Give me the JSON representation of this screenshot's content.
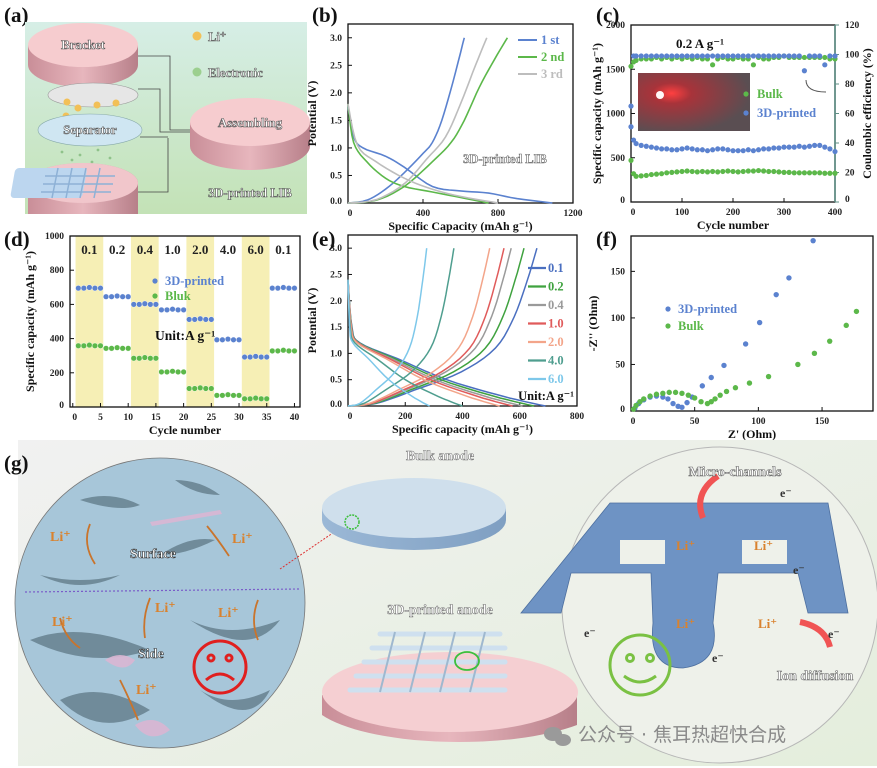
{
  "panel_labels": {
    "a": "(a)",
    "b": "(b)",
    "c": "(c)",
    "d": "(d)",
    "e": "(e)",
    "f": "(f)",
    "g": "(g)"
  },
  "panel_a": {
    "bracket": "Bracket",
    "li_legend": "Li⁺",
    "electronic_legend": "Electronic",
    "separator": "Separator",
    "assembling": "Assembling",
    "lib": "3D-printed LIB"
  },
  "panel_g": {
    "surface": "Surface",
    "side": "Side",
    "li": "Li⁺",
    "electron": "e⁻",
    "bulk_anode": "Bulk anode",
    "printed_anode": "3D-printed anode",
    "micro_channels": "Micro-channels",
    "ion_diffusion": "Ion diffusion",
    "watermark": "公众号 · 焦耳热超快合成"
  },
  "colors": {
    "blue": "#5b82cf",
    "green": "#5cb84a",
    "grey": "#bdbdbd",
    "axis_right": "#5f8f86"
  },
  "chart_data": [
    {
      "id": "b",
      "type": "line",
      "xlabel": "Specific Capacity (mAh g⁻¹)",
      "ylabel": "Potential (V)",
      "xlim": [
        0,
        1200
      ],
      "ylim": [
        0,
        3.25
      ],
      "xticks": [
        0,
        400,
        800,
        1200
      ],
      "yticks": [
        0,
        0.5,
        1.0,
        1.5,
        2.0,
        2.5,
        3.0
      ],
      "ytick_labels": [
        "0.0",
        "0.5",
        "1.0",
        "1.5",
        "2.0",
        "2.5",
        "3.0"
      ],
      "annotation": "3D-printed LIB",
      "legend": "top-right",
      "series": [
        {
          "name": "1 st",
          "color": "#5b82cf",
          "discharge": [
            [
              0,
              1.75
            ],
            [
              30,
              1.2
            ],
            [
              80,
              1.0
            ],
            [
              200,
              0.85
            ],
            [
              300,
              0.65
            ],
            [
              450,
              0.3
            ],
            [
              600,
              0.22
            ],
            [
              750,
              0.18
            ],
            [
              900,
              0.08
            ],
            [
              1090,
              0
            ]
          ],
          "charge": [
            [
              0,
              0
            ],
            [
              100,
              0.05
            ],
            [
              200,
              0.25
            ],
            [
              300,
              0.55
            ],
            [
              400,
              0.9
            ],
            [
              450,
              1.1
            ],
            [
              500,
              1.5
            ],
            [
              560,
              2.2
            ],
            [
              620,
              3.0
            ]
          ]
        },
        {
          "name": "2 nd",
          "color": "#5cb84a",
          "discharge": [
            [
              0,
              1.8
            ],
            [
              30,
              1.1
            ],
            [
              100,
              0.75
            ],
            [
              200,
              0.45
            ],
            [
              300,
              0.3
            ],
            [
              450,
              0.2
            ],
            [
              600,
              0.1
            ],
            [
              750,
              0
            ]
          ],
          "charge": [
            [
              0,
              0
            ],
            [
              150,
              0.05
            ],
            [
              300,
              0.3
            ],
            [
              450,
              0.75
            ],
            [
              550,
              1.1
            ],
            [
              620,
              1.5
            ],
            [
              700,
              2.1
            ],
            [
              780,
              2.6
            ],
            [
              850,
              3.0
            ]
          ]
        },
        {
          "name": "3 rd",
          "color": "#bdbdbd",
          "discharge": [
            [
              0,
              1.8
            ],
            [
              50,
              1.05
            ],
            [
              150,
              0.75
            ],
            [
              300,
              0.45
            ],
            [
              450,
              0.25
            ],
            [
              600,
              0.12
            ],
            [
              800,
              0
            ]
          ],
          "charge": [
            [
              0,
              0
            ],
            [
              150,
              0.06
            ],
            [
              300,
              0.35
            ],
            [
              420,
              0.8
            ],
            [
              520,
              1.2
            ],
            [
              600,
              1.8
            ],
            [
              680,
              2.5
            ],
            [
              740,
              3.0
            ]
          ]
        }
      ]
    },
    {
      "id": "c",
      "type": "scatter",
      "xlabel": "Cycle number",
      "ylabel": "Specific capacity (mAh g⁻¹)",
      "y2label": "Coulombic efficiency (%)",
      "xlim": [
        0,
        400
      ],
      "ylim": [
        0,
        2000
      ],
      "y2lim": [
        0,
        120
      ],
      "xticks": [
        0,
        100,
        200,
        300,
        400
      ],
      "yticks": [
        0,
        500,
        1000,
        1500,
        2000
      ],
      "y2ticks": [
        0,
        20,
        40,
        60,
        80,
        100,
        120
      ],
      "annotation": "0.2 A g⁻¹",
      "legend": "center-right",
      "cycles": [
        0,
        5,
        10,
        20,
        30,
        40,
        50,
        60,
        70,
        80,
        90,
        100,
        110,
        120,
        130,
        140,
        150,
        160,
        170,
        180,
        190,
        200,
        210,
        220,
        230,
        240,
        250,
        260,
        270,
        280,
        290,
        300,
        310,
        320,
        330,
        340,
        350,
        360,
        370,
        380,
        390,
        400
      ],
      "series": [
        {
          "name": "Bulk",
          "color": "#5cb84a",
          "capacity": [
            470,
            320,
            290,
            295,
            300,
            310,
            315,
            320,
            330,
            335,
            340,
            345,
            350,
            345,
            340,
            345,
            340,
            345,
            340,
            345,
            350,
            345,
            340,
            345,
            350,
            350,
            355,
            350,
            345,
            345,
            340,
            335,
            335,
            330,
            330,
            330,
            330,
            330,
            330,
            325,
            325,
            325
          ],
          "ce": [
            92,
            95,
            96,
            97,
            97,
            97,
            98,
            97,
            98,
            97,
            98,
            97,
            98,
            97,
            98,
            97,
            97,
            93,
            97,
            98,
            97,
            97,
            98,
            97,
            97,
            93,
            98,
            97,
            97,
            98,
            98,
            99,
            98,
            98,
            98,
            98,
            98,
            98,
            98,
            98,
            97,
            97
          ]
        },
        {
          "name": "3D-printed",
          "color": "#5b82cf",
          "capacity": [
            850,
            700,
            660,
            640,
            630,
            620,
            610,
            600,
            600,
            590,
            590,
            600,
            610,
            600,
            590,
            590,
            580,
            590,
            600,
            600,
            590,
            580,
            580,
            580,
            590,
            580,
            590,
            600,
            600,
            610,
            610,
            620,
            620,
            620,
            630,
            620,
            630,
            640,
            640,
            620,
            600,
            570
          ],
          "ce": [
            65,
            99,
            99,
            99,
            99,
            99,
            99,
            99,
            99,
            99,
            99,
            99,
            99,
            99,
            99,
            99,
            99,
            99,
            99,
            99,
            99,
            99,
            99,
            99,
            99,
            99,
            99,
            99,
            99,
            99,
            99,
            99,
            99,
            99,
            99,
            89,
            99,
            99,
            99,
            93,
            99,
            99
          ]
        }
      ]
    },
    {
      "id": "d",
      "type": "scatter",
      "xlabel": "Cycle number",
      "ylabel": "Specific capacity (mAh g⁻¹)",
      "xlim": [
        -0.5,
        41
      ],
      "ylim": [
        0,
        1000
      ],
      "xticks": [
        0,
        5,
        10,
        15,
        20,
        25,
        30,
        35,
        40
      ],
      "yticks": [
        0,
        200,
        400,
        600,
        800,
        1000
      ],
      "rates": [
        "0.1",
        "0.2",
        "0.4",
        "1.0",
        "2.0",
        "4.0",
        "6.0",
        "0.1"
      ],
      "annotation": "Unit:A g⁻¹",
      "legend": "center",
      "series": [
        {
          "name": "3D-printed",
          "color": "#5b82cf",
          "values": [
            695,
            645,
            600,
            568,
            512,
            393,
            292,
            695
          ]
        },
        {
          "name": "Bluk",
          "color": "#5cb84a",
          "values": [
            358,
            343,
            285,
            205,
            108,
            68,
            48,
            328
          ]
        }
      ]
    },
    {
      "id": "e",
      "type": "line",
      "xlabel": "Specific capacity (mAh g⁻¹)",
      "ylabel": "Potential (V)",
      "xlim": [
        0,
        800
      ],
      "ylim": [
        0,
        3.25
      ],
      "xticks": [
        0,
        200,
        400,
        600,
        800
      ],
      "yticks": [
        0,
        0.5,
        1.0,
        1.5,
        2.0,
        2.5,
        3.0
      ],
      "ytick_labels": [
        "0.0",
        "0.5",
        "1.0",
        "1.5",
        "2.0",
        "2.5",
        "3.0"
      ],
      "annotation": "Unit:A g⁻¹",
      "legend": "right",
      "series": [
        {
          "name": "0.1",
          "color": "#4a6fc0",
          "charge_capacity": 660,
          "discharge_capacity": 690
        },
        {
          "name": "0.2",
          "color": "#3fa23f",
          "charge_capacity": 615,
          "discharge_capacity": 650
        },
        {
          "name": "0.4",
          "color": "#9a9a9a",
          "charge_capacity": 570,
          "discharge_capacity": 610
        },
        {
          "name": "1.0",
          "color": "#e05b5b",
          "charge_capacity": 545,
          "discharge_capacity": 575
        },
        {
          "name": "2.0",
          "color": "#f3a58a",
          "charge_capacity": 495,
          "discharge_capacity": 530
        },
        {
          "name": "4.0",
          "color": "#4f9e8f",
          "charge_capacity": 370,
          "discharge_capacity": 400
        },
        {
          "name": "6.0",
          "color": "#7ec8ea",
          "charge_capacity": 275,
          "discharge_capacity": 285
        }
      ]
    },
    {
      "id": "f",
      "type": "scatter",
      "xlabel": "Z' (Ohm)",
      "ylabel": "-Z'' (Ohm)",
      "xlim": [
        0,
        190
      ],
      "ylim": [
        0,
        188
      ],
      "xticks": [
        0,
        50,
        100,
        150
      ],
      "yticks": [
        0,
        50,
        100,
        150
      ],
      "legend": "center-left",
      "series": [
        {
          "name": "3D-printed",
          "color": "#5b82cf",
          "points": [
            [
              3,
              3
            ],
            [
              6,
              8
            ],
            [
              10,
              12
            ],
            [
              15,
              15
            ],
            [
              20,
              16
            ],
            [
              25,
              15
            ],
            [
              29,
              13
            ],
            [
              33,
              8
            ],
            [
              37,
              5
            ],
            [
              40,
              4
            ],
            [
              44,
              9
            ],
            [
              48,
              15
            ],
            [
              56,
              27
            ],
            [
              63,
              36
            ],
            [
              73,
              49
            ],
            [
              90,
              72
            ],
            [
              101,
              95
            ],
            [
              114,
              125
            ],
            [
              124,
              143
            ],
            [
              143,
              183
            ]
          ]
        },
        {
          "name": "Bulk",
          "color": "#5cb84a",
          "points": [
            [
              2,
              2
            ],
            [
              4,
              6
            ],
            [
              7,
              10
            ],
            [
              10,
              13
            ],
            [
              15,
              16
            ],
            [
              20,
              18
            ],
            [
              25,
              19
            ],
            [
              30,
              20
            ],
            [
              35,
              20
            ],
            [
              40,
              19
            ],
            [
              45,
              17
            ],
            [
              50,
              14
            ],
            [
              55,
              10
            ],
            [
              60,
              8
            ],
            [
              63,
              10
            ],
            [
              66,
              13
            ],
            [
              70,
              17
            ],
            [
              75,
              21
            ],
            [
              82,
              25
            ],
            [
              93,
              30
            ],
            [
              108,
              37
            ],
            [
              131,
              50
            ],
            [
              144,
              62
            ],
            [
              156,
              75
            ],
            [
              169,
              92
            ],
            [
              177,
              107
            ]
          ]
        }
      ]
    }
  ]
}
